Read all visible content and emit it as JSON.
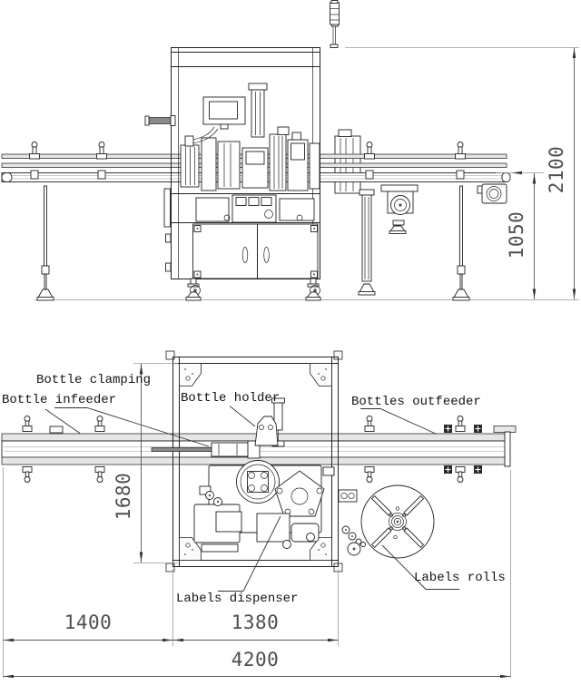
{
  "drawing": {
    "plan_labels": {
      "bottle_clamping": "Bottle clamping",
      "bottle_infeeder": "Bottle infeeder",
      "bottle_holder": "Bottle holder",
      "bottles_outfeeder": "Bottles outfeeder",
      "labels_dispenser": "Labels dispenser",
      "labels_rolls": "Labels rolls"
    },
    "dimensions_mm": {
      "overall_height": "2100",
      "conveyor_height": "1050",
      "frame_depth": "1680",
      "infeed_length": "1400",
      "frame_width": "1380",
      "overall_length": "4200"
    },
    "colors": {
      "line": "#222222",
      "dim_line": "#555555",
      "extension_line": "#999999",
      "label_text": "#141414",
      "dim_text": "#4e4e4e",
      "belt_gray": "#e6e6e6"
    }
  }
}
